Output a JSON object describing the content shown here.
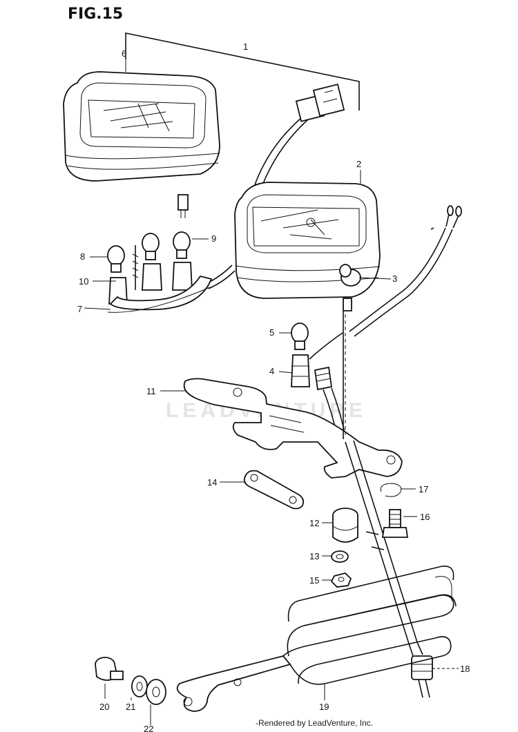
{
  "figure": {
    "title": "FIG.15"
  },
  "watermark": "LEADVENTURE",
  "credit": "-Rendered by LeadVenture, Inc.",
  "callouts": [
    {
      "id": "c1",
      "label": "1"
    },
    {
      "id": "c2",
      "label": "2"
    },
    {
      "id": "c3",
      "label": "3"
    },
    {
      "id": "c4",
      "label": "4"
    },
    {
      "id": "c5",
      "label": "5"
    },
    {
      "id": "c6",
      "label": "6"
    },
    {
      "id": "c7",
      "label": "7"
    },
    {
      "id": "c8",
      "label": "8"
    },
    {
      "id": "c9",
      "label": "9"
    },
    {
      "id": "c10",
      "label": "10"
    },
    {
      "id": "c11",
      "label": "11"
    },
    {
      "id": "c12",
      "label": "12"
    },
    {
      "id": "c13",
      "label": "13"
    },
    {
      "id": "c14",
      "label": "14"
    },
    {
      "id": "c15",
      "label": "15"
    },
    {
      "id": "c16",
      "label": "16"
    },
    {
      "id": "c17",
      "label": "17"
    },
    {
      "id": "c18",
      "label": "18"
    },
    {
      "id": "c19",
      "label": "19"
    },
    {
      "id": "c20",
      "label": "20"
    },
    {
      "id": "c21",
      "label": "21"
    },
    {
      "id": "c22",
      "label": "22"
    }
  ]
}
